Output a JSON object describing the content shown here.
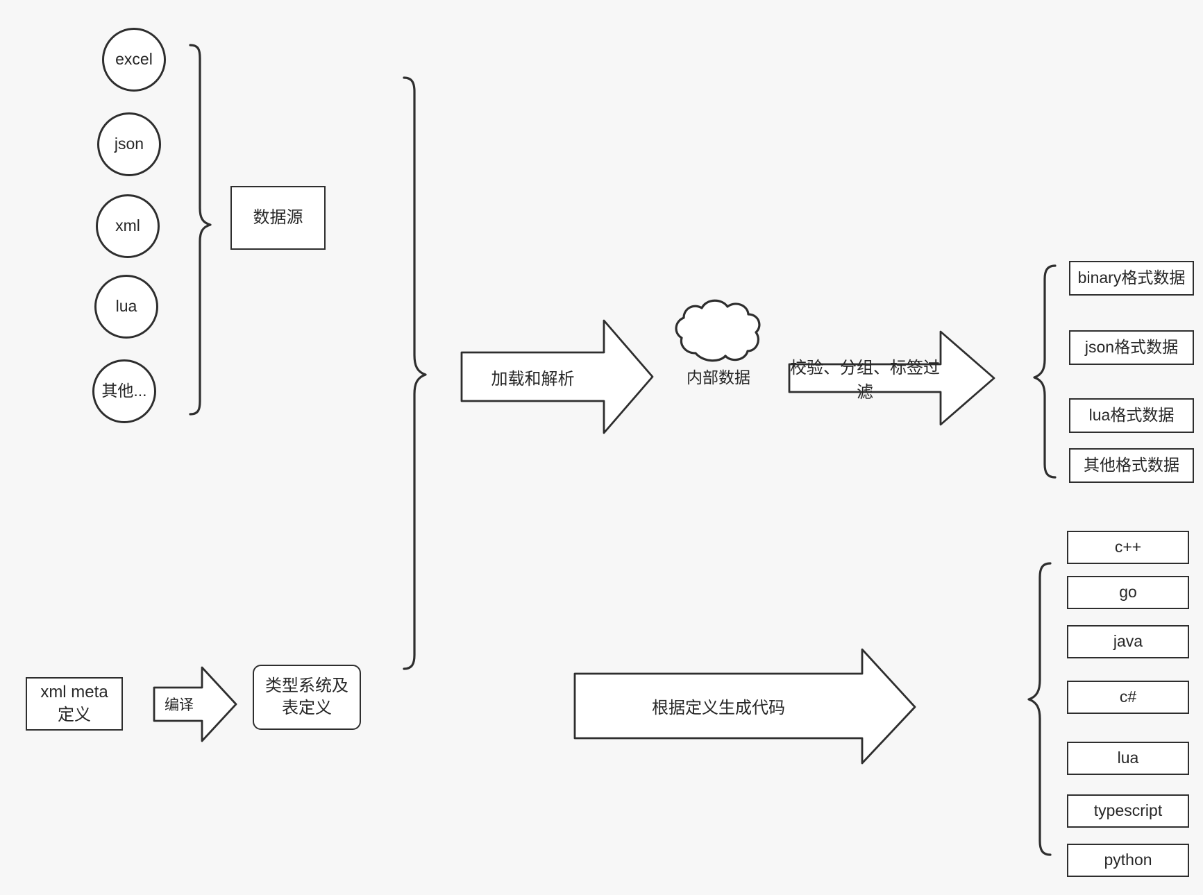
{
  "diagram": {
    "title": "data pipeline and code generation diagram",
    "background_color": "#f7f7f7",
    "stroke_color": "#2e2e2e",
    "fill_color": "#ffffff",
    "text_color": "#262626"
  },
  "sources": {
    "group_label": "数据源",
    "items": [
      {
        "label": "excel"
      },
      {
        "label": "json"
      },
      {
        "label": "xml"
      },
      {
        "label": "lua"
      },
      {
        "label": "其他..."
      }
    ]
  },
  "meta": {
    "definition_label": "xml meta定义",
    "compile_arrow_label": "编译",
    "type_system_label": "类型系统及表定义"
  },
  "pipeline": {
    "load_arrow_label": "加载和解析",
    "internal_data_label": "内部数据",
    "process_arrow_label": "校验、分组、标签过滤",
    "codegen_arrow_label": "根据定义生成代码"
  },
  "outputs": {
    "formats": [
      {
        "label": "binary格式数据"
      },
      {
        "label": "json格式数据"
      },
      {
        "label": "lua格式数据"
      },
      {
        "label": "其他格式数据"
      }
    ],
    "languages": [
      {
        "label": "c++"
      },
      {
        "label": "go"
      },
      {
        "label": "java"
      },
      {
        "label": "c#"
      },
      {
        "label": "lua"
      },
      {
        "label": "typescript"
      },
      {
        "label": "python"
      }
    ]
  }
}
